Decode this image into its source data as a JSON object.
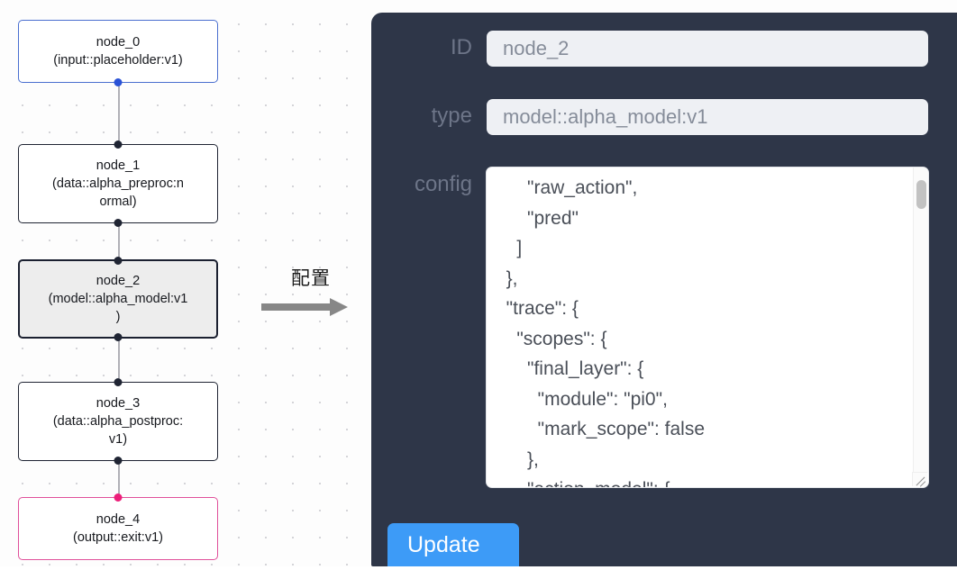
{
  "canvas": {
    "grid_dot_color": "#d4d4d8",
    "background": "#fdfdfd"
  },
  "graph": {
    "nodes": [
      {
        "id": "node_0",
        "title": "node_0",
        "subtitle": "(input::placeholder:v1)",
        "kind": "input",
        "accent": "#4a6fd0",
        "selected": false,
        "handles": [
          "bottom"
        ]
      },
      {
        "id": "node_1",
        "title": "node_1",
        "subtitle_line1": "(data::alpha_preproc:n",
        "subtitle_line2": "ormal)",
        "kind": "data",
        "accent": "#1f2433",
        "selected": false,
        "handles": [
          "top",
          "bottom"
        ]
      },
      {
        "id": "node_2",
        "title": "node_2",
        "subtitle_line1": "(model::alpha_model:v1",
        "subtitle_line2": ")",
        "kind": "model",
        "accent": "#1b2030",
        "selected": true,
        "handles": [
          "top",
          "bottom"
        ]
      },
      {
        "id": "node_3",
        "title": "node_3",
        "subtitle_line1": "(data::alpha_postproc:",
        "subtitle_line2": "v1)",
        "kind": "data",
        "accent": "#1f2433",
        "selected": false,
        "handles": [
          "top",
          "bottom"
        ]
      },
      {
        "id": "node_4",
        "title": "node_4",
        "subtitle": "(output::exit:v1)",
        "kind": "output",
        "accent": "#e0509a",
        "selected": false,
        "handles": [
          "top"
        ]
      }
    ],
    "edge_color": "#b1b1b7"
  },
  "annotation": {
    "label": "配置",
    "arrow_color": "#878787",
    "arrow_direction": "right"
  },
  "panel": {
    "background": "#2e3648",
    "fields": [
      {
        "label": "ID",
        "value": "node_2"
      },
      {
        "label": "type",
        "value": "model::alpha_model:v1"
      }
    ],
    "config": {
      "label": "config",
      "value": "      \"raw_action\",\n      \"pred\"\n    ]\n  },\n  \"trace\": {\n    \"scopes\": {\n      \"final_layer\": {\n        \"module\": \"pi0\",\n        \"mark_scope\": false\n      },\n      \"action_model\": {",
      "scrollbar_visible": true,
      "resize_handle": true
    },
    "update_button": {
      "label": "Update",
      "color": "#3d9bf7"
    }
  }
}
